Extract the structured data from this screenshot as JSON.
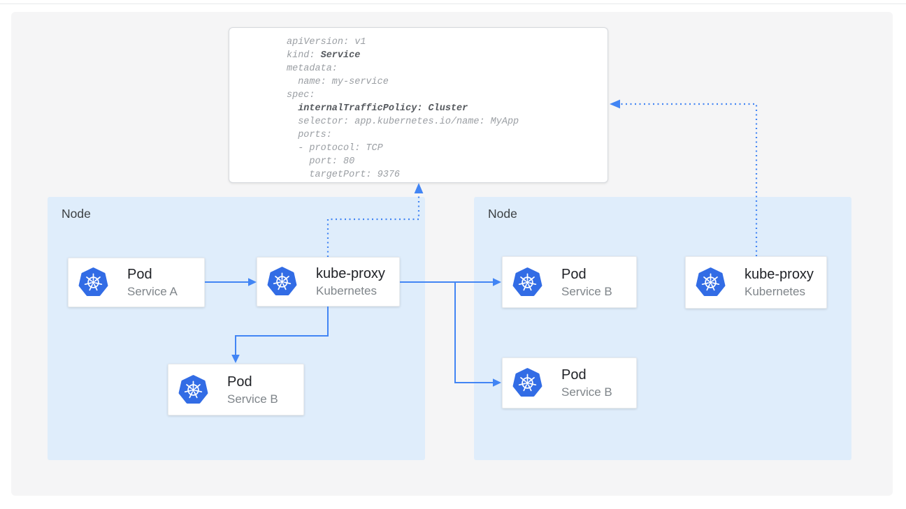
{
  "colors": {
    "arrow_blue": "#4285f4",
    "kubernetes_blue": "#326ce5",
    "node_background": "#dfedfb",
    "panel_background": "#f5f5f6",
    "code_text": "#9a9ea3",
    "code_bold_text": "#55595e"
  },
  "yaml_panel": {
    "lines": [
      [
        {
          "text": "apiVersion: v1",
          "bold": false
        }
      ],
      [
        {
          "text": "kind: ",
          "bold": false
        },
        {
          "text": "Service",
          "bold": true
        }
      ],
      [
        {
          "text": "metadata:",
          "bold": false
        }
      ],
      [
        {
          "text": "  name: my-service",
          "bold": false
        }
      ],
      [
        {
          "text": "spec:",
          "bold": false
        }
      ],
      [
        {
          "text": "  ",
          "bold": false
        },
        {
          "text": "internalTrafficPolicy: Cluster",
          "bold": true
        }
      ],
      [
        {
          "text": "  selector: app.kubernetes.io/name: MyApp",
          "bold": false
        }
      ],
      [
        {
          "text": "  ports:",
          "bold": false
        }
      ],
      [
        {
          "text": "  - protocol: TCP",
          "bold": false
        }
      ],
      [
        {
          "text": "    port: 80",
          "bold": false
        }
      ],
      [
        {
          "text": "    targetPort: 9376",
          "bold": false
        }
      ]
    ]
  },
  "nodes": [
    {
      "label": "Node",
      "cards": [
        {
          "title": "Pod",
          "subtitle": "Service A",
          "icon": "kubernetes-logo"
        },
        {
          "title": "kube-proxy",
          "subtitle": "Kubernetes",
          "icon": "kubernetes-logo"
        },
        {
          "title": "Pod",
          "subtitle": "Service B",
          "icon": "kubernetes-logo"
        }
      ]
    },
    {
      "label": "Node",
      "cards": [
        {
          "title": "Pod",
          "subtitle": "Service B",
          "icon": "kubernetes-logo"
        },
        {
          "title": "Pod",
          "subtitle": "Service B",
          "icon": "kubernetes-logo"
        },
        {
          "title": "kube-proxy",
          "subtitle": "Kubernetes",
          "icon": "kubernetes-logo"
        }
      ]
    }
  ]
}
